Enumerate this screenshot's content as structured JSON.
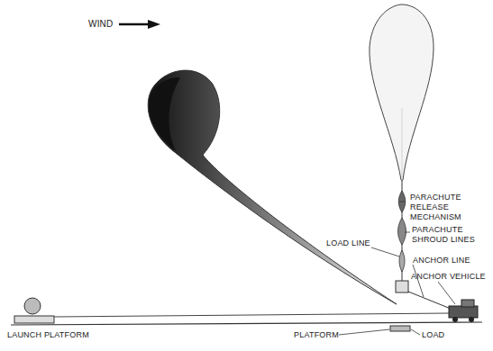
{
  "diagram": {
    "labels": [
      "WIND",
      "PARACHUTE RELEASE MECHANISM",
      "PARACHUTE SHROUD LINES",
      "LOAD LINE",
      "ANCHOR LINE",
      "ANCHOR VEHICLE",
      "LAUNCH PLATFORM",
      "PLATFORM",
      "LOAD"
    ]
  }
}
